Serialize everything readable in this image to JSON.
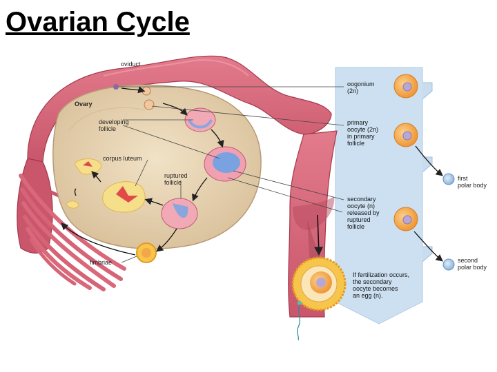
{
  "title": "Ovarian Cycle",
  "labels": {
    "oviduct": "oviduct",
    "ovary": "Ovary",
    "developing_follicle": [
      "developing",
      "follicle"
    ],
    "corpus_luteum": "corpus luteum",
    "ruptured_follicle": [
      "ruptured",
      "follicle"
    ],
    "fimbriae": "fimbriae"
  },
  "stages": {
    "oogonium": [
      "oogonium",
      "(2n)"
    ],
    "primary_oocyte": [
      "primary",
      "oocyte (2n)",
      "in primary",
      "follicle"
    ],
    "first_polar_body": [
      "first",
      "polar body"
    ],
    "secondary_oocyte": [
      "secondary",
      "oocyte (n)",
      "released by",
      "ruptured",
      "follicle"
    ],
    "second_polar_body": [
      "second",
      "polar body"
    ],
    "fertilization": [
      "If fertilization occurs,",
      "the secondary",
      "oocyte becomes",
      "an egg (n)."
    ]
  },
  "colors": {
    "tube": "#d9687a",
    "tube_dark": "#b84a5e",
    "ovary": "#e8d4b4",
    "band": "#c6dcee",
    "cell": "#f4a64a",
    "nucleus": "#b7a6d6"
  }
}
